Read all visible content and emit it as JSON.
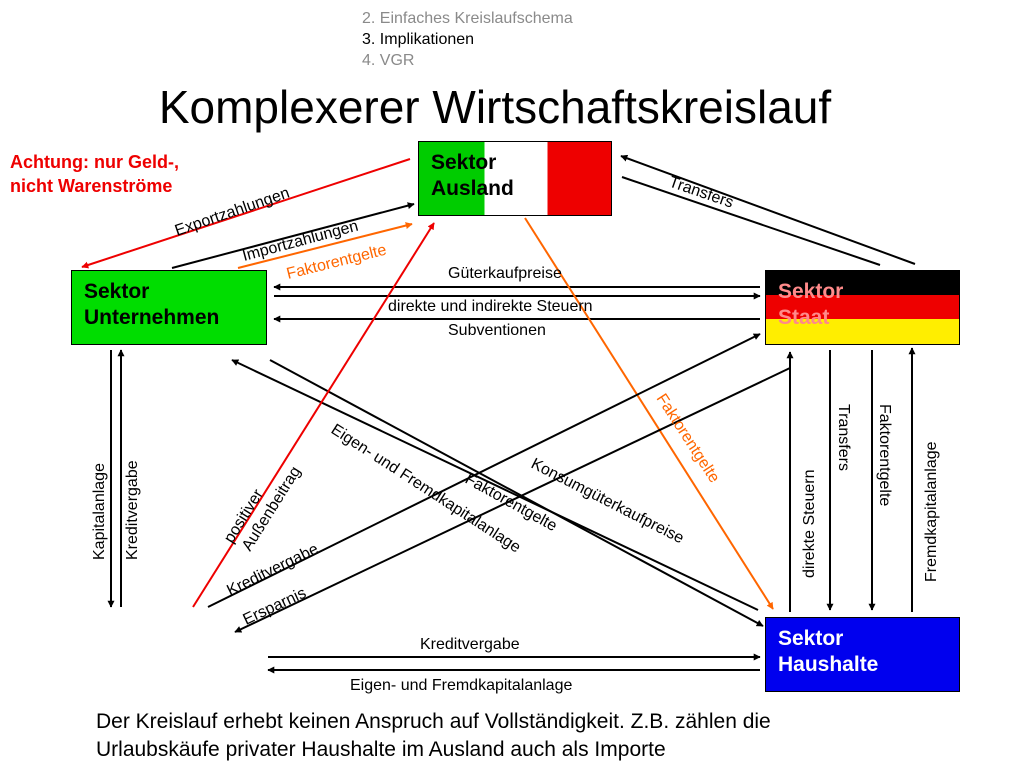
{
  "nav": {
    "items": [
      {
        "label": "2. Einfaches Kreislaufschema",
        "active": false
      },
      {
        "label": "3. Implikationen",
        "active": true
      },
      {
        "label": "4. VGR",
        "active": false
      }
    ]
  },
  "title": "Komplexerer Wirtschaftskreislauf",
  "warning": {
    "line1": "Achtung: nur Geld-,",
    "line2": "nicht Warenströme"
  },
  "sectors": {
    "ausland": {
      "line1": "Sektor",
      "line2": "Ausland"
    },
    "unternehmen": {
      "line1": "Sektor",
      "line2": "Unternehmen"
    },
    "staat": {
      "line1": "Sektor",
      "line2": "Staat"
    },
    "haushalte": {
      "line1": "Sektor",
      "line2": "Haushalte"
    }
  },
  "flows": {
    "exportzahlungen": "Exportzahlungen",
    "importzahlungen": "Importzahlungen",
    "faktorentgelte_ausland_unternehmen": "Faktorentgelte",
    "transfers_ausland_staat": "Transfers",
    "gueterkaufpreise": "Güterkaufpreise",
    "steuern": "direkte und indirekte Steuern",
    "subventionen": "Subventionen",
    "kapitalanlage": "Kapitalanlage",
    "kreditvergabe_unternehmen": "Kreditvergabe",
    "positiver": "positiver",
    "aussenbeitrag": "Außenbeitrag",
    "eigen_fremdkapital_diag": "Eigen- und Fremdkapitalanlage",
    "faktorentgelte_diag": "Faktorentgelte",
    "konsumgueterkaufpreise": "Konsumgüterkaufpreise",
    "faktorentgelte_ausland_haushalte": "Faktorentgelte",
    "kreditvergabe_staat_haushalte": "Kreditvergabe",
    "ersparnis": "Ersparnis",
    "direkte_steuern": "direkte Steuern",
    "transfers_staat_haushalte": "Transfers",
    "faktorentgelte_staat_haushalte": "Faktorentgelte",
    "fremdkapitalanlage": "Fremdkapitalanlage",
    "kreditvergabe_bottom": "Kreditvergabe",
    "eigen_fremdkapital_bottom": "Eigen- und Fremdkapitalanlage"
  },
  "note": {
    "line1": "Der Kreislauf erhebt keinen Anspruch auf Vollständigkeit. Z.B. zählen die",
    "line2": "Urlaubskäufe privater Haushalte im Ausland auch als Importe"
  },
  "colors": {
    "black_flow": "#000000",
    "red_flow": "#ee0000",
    "orange_flow": "#ff6600"
  }
}
